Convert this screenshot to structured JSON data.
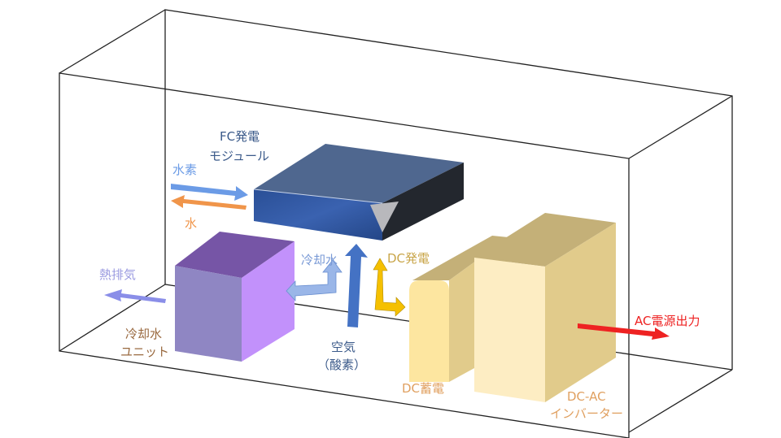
{
  "title": "FC発電 システム構成図",
  "labels": {
    "fc_module_1": "FC発電",
    "fc_module_2": "モジュール",
    "hydrogen": "水素",
    "water": "水",
    "heat_exhaust": "熱排気",
    "cooling_water": "冷却水",
    "cooling_unit_1": "冷却水",
    "cooling_unit_2": "ユニット",
    "air_1": "空気",
    "air_2": "（酸素）",
    "dc_generation": "DC発電",
    "dc_storage": "DC蓄電",
    "inverter_1": "DC-AC",
    "inverter_2": "インバーター",
    "ac_output": "AC電源出力"
  },
  "colors": {
    "fc_text": "#3b5a8a",
    "hydrogen": "#6b9be6",
    "water": "#f0954a",
    "heat": "#8a8ee8",
    "cooling": "#9ab6e8",
    "air": "#4472c4",
    "dc": "#f5c000",
    "dc_text": "#c9a64a",
    "storage_text": "#e0a060",
    "ac": "#ee2222",
    "unit_text": "#9a6a40"
  }
}
